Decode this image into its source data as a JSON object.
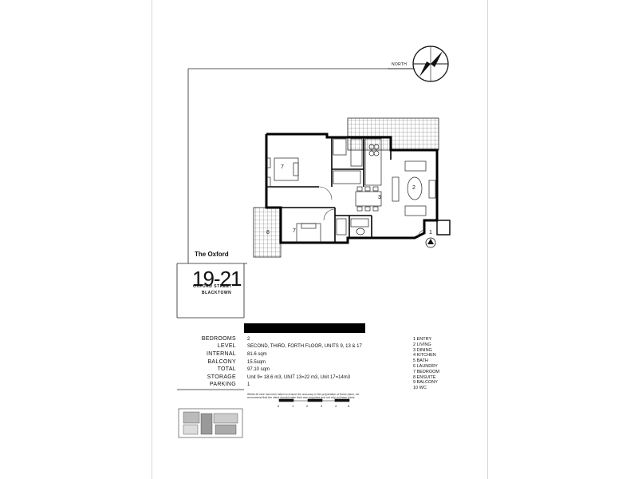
{
  "project": {
    "name": "The Oxford",
    "number": "19-21",
    "street": "OXFORD   STREET",
    "suburb": "BLACKTOWN"
  },
  "compass": {
    "label": "NORTH"
  },
  "room_labels": [
    "1",
    "2",
    "3",
    "7",
    "7",
    "8"
  ],
  "details": [
    {
      "label": "BEDROOMS",
      "value": "2"
    },
    {
      "label": "LEVEL",
      "value": "SECOND, THIRD, FORTH FLOOR, UNITS 9, 13 & 17"
    },
    {
      "label": "INTERNAL",
      "value": "81.6 sqm"
    },
    {
      "label": "BALCONY",
      "value": "15.5sqm"
    },
    {
      "label": "TOTAL",
      "value": "97.10 sqm"
    },
    {
      "label": "STORAGE",
      "value": "Unit 9= 18.6 m3, UNIT 13=22 m3, Unit 17=14m3"
    },
    {
      "label": "PARKING",
      "value": "1"
    }
  ],
  "legend": [
    "1  ENTRY",
    "2  LIVING",
    "3  DINING",
    "4  KITCHEN",
    "5  BATH",
    "6  LAUNDRY",
    "7  BEDROOM",
    "8  ENSUITE",
    "9  BALCONY",
    "10 WC"
  ],
  "scale": {
    "ticks": [
      "0",
      "1",
      "2",
      "3",
      "4",
      "5"
    ]
  },
  "disclaimer": "Whilst all care has been taken to ensure the accuracy in the preparation of these plans, we recommend that the client should make their own enquiries and not rely on these plans."
}
